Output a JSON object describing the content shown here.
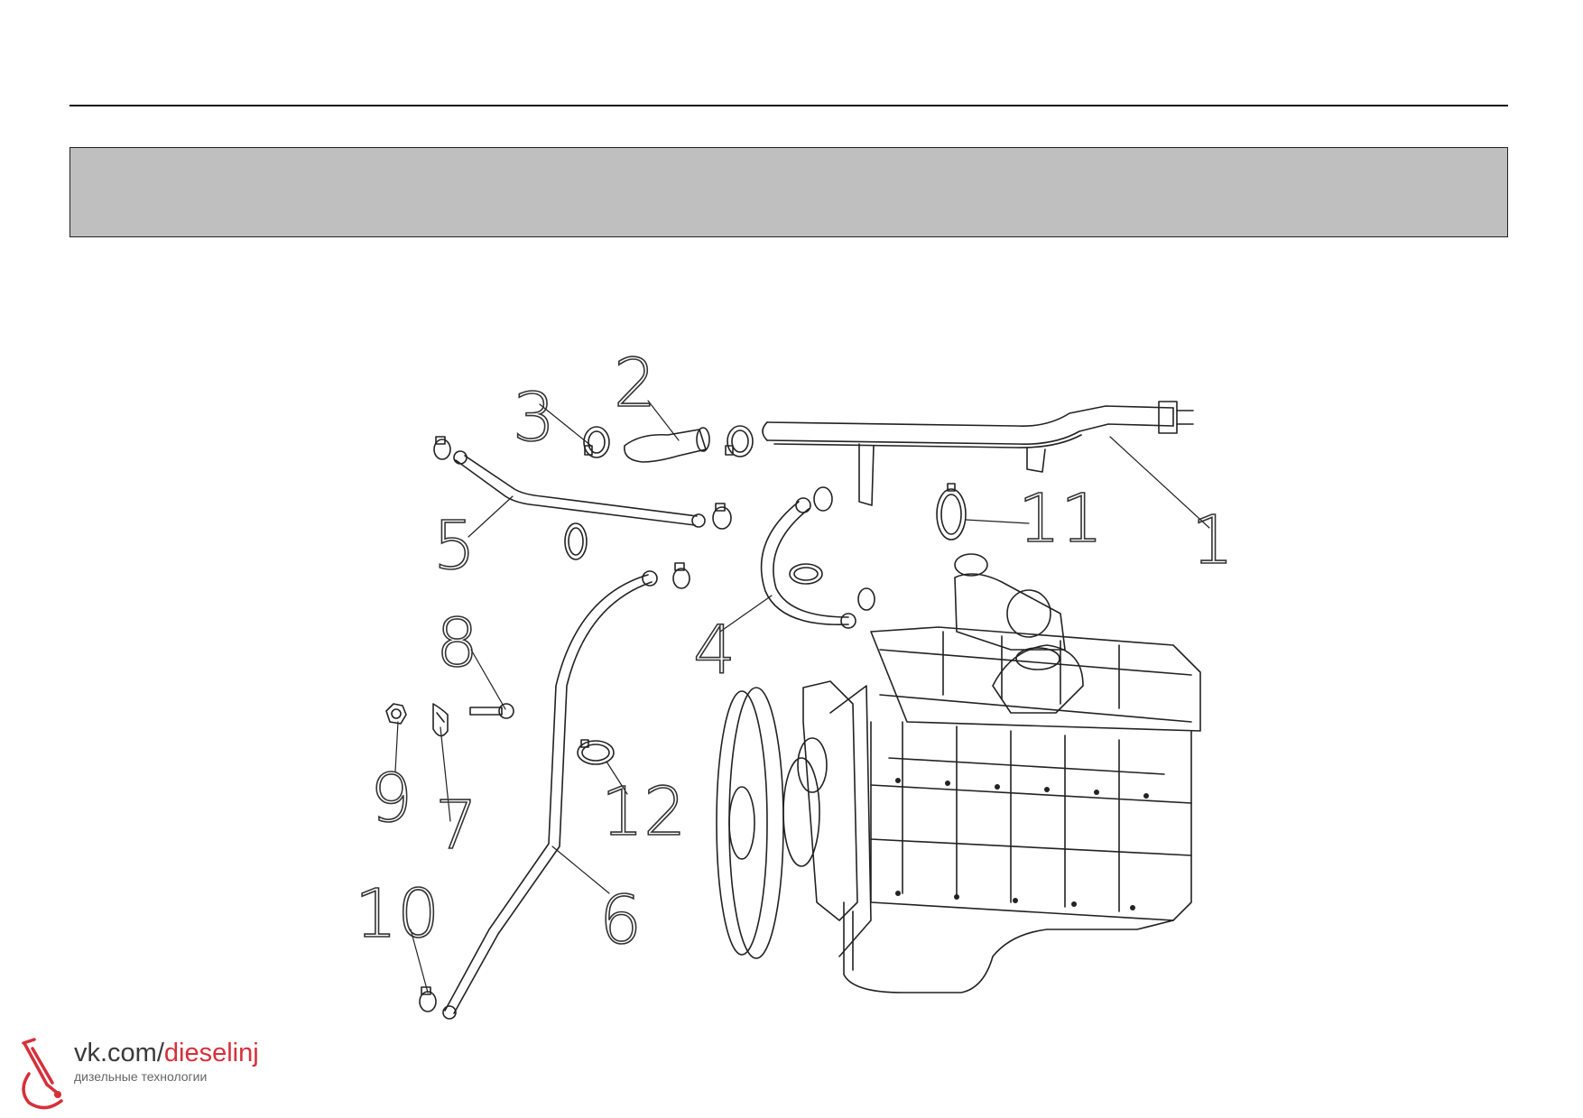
{
  "header": {
    "banner_text": ""
  },
  "callouts": [
    "1",
    "2",
    "3",
    "4",
    "5",
    "6",
    "7",
    "8",
    "9",
    "10",
    "11",
    "12"
  ],
  "watermark": {
    "url_prefix": "vk.com/",
    "url_accent": "dieselinj",
    "tagline": "дизельные технологии",
    "accent_color": "#d6303a"
  },
  "colors": {
    "banner": "#bfbfbf",
    "line": "#222222"
  }
}
